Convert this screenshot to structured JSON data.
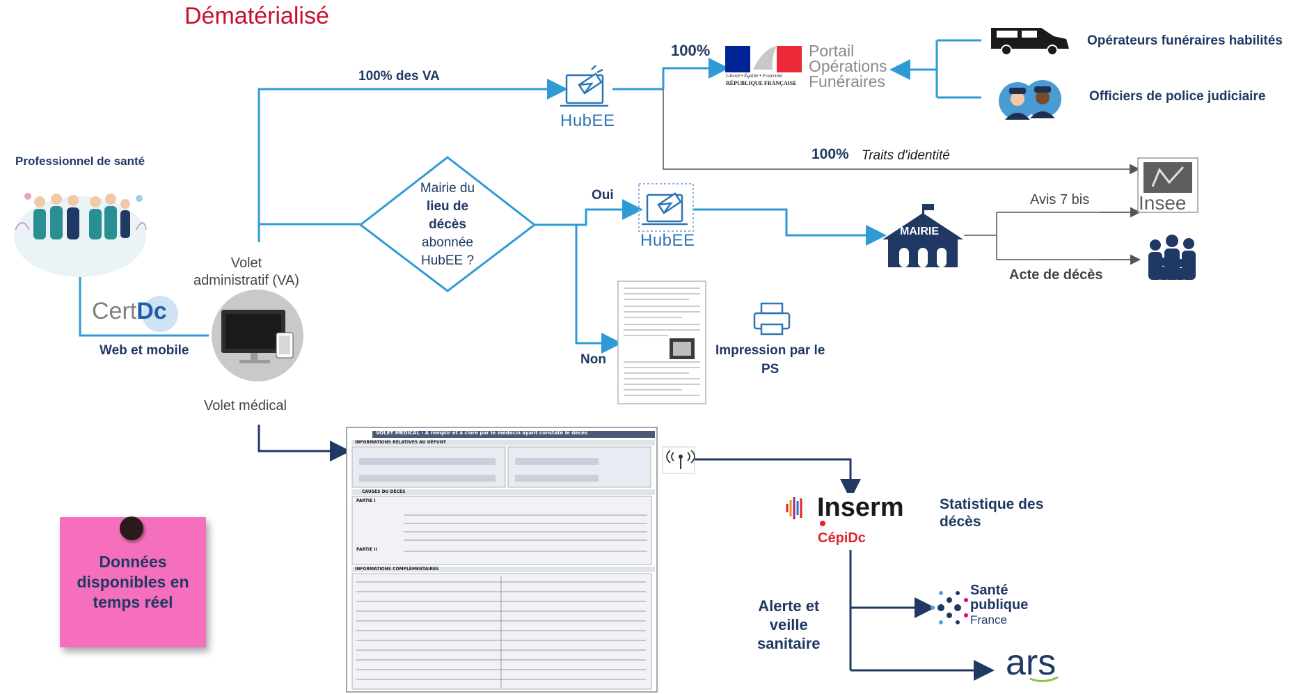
{
  "title": "Dématérialisé",
  "source": {
    "label": "Professionnel de santé"
  },
  "certdc": {
    "logo_left": "Cert",
    "logo_right": "Dc",
    "caption": "Web et mobile"
  },
  "computer": {
    "va_label": "Volet\nadministratif (VA)",
    "vm_label": "Volet médical"
  },
  "top_branch": {
    "label": "100% des VA",
    "hubee": "HubEE",
    "portal_pct": "100%",
    "identity_pct": "100%",
    "identity_label": "Traits d'identité"
  },
  "portal": {
    "marianne_line1": "Liberté • Égalité • Fraternité",
    "marianne_line2": "RÉPUBLIQUE FRANÇAISE",
    "name_lines": [
      "Portail",
      "Opérations",
      "Funéraires"
    ]
  },
  "recipients": {
    "funeral": "Opérateurs funéraires habilités",
    "police": "Officiers de police judiciaire"
  },
  "decision": {
    "text_lines": [
      "Mairie du",
      "lieu de",
      "décès",
      "abonnée",
      "HubEE ?"
    ],
    "yes": "Oui",
    "no": "Non",
    "yes_hubee": "HubEE"
  },
  "mairie": {
    "label": "MAIRIE",
    "insee_label": "Insee",
    "avis": "Avis 7 bis",
    "acte": "Acte de décès"
  },
  "print": {
    "label": "Impression par le\nPS"
  },
  "form": {
    "header": "VOLET MÉDICAL - A remplir et à clore par le médecin ayant constaté le décès",
    "section1": "INFORMATIONS RELATIVES AU DÉFUNT",
    "section2": "CAUSES DU DÉCÈS",
    "part1": "PARTIE I",
    "part2": "PARTIE II",
    "section3": "INFORMATIONS COMPLÉMENTAIRES"
  },
  "inserm": {
    "name": "Inserm",
    "sub": "CépiDc",
    "stat": "Statistique des\ndécès"
  },
  "alert": {
    "label": "Alerte et\nveille\nsanitaire"
  },
  "spf": {
    "line1": "Santé",
    "line2": "publique",
    "line3": "France"
  },
  "ars": {
    "name": "ars"
  },
  "postit": {
    "text": "Données\ndisponibles en\ntemps réel"
  },
  "colors": {
    "title": "#c8102e",
    "navy": "#1f3864",
    "blue": "#2e75b6",
    "pink": "#f56fbd",
    "grey": "#7f7f7f"
  }
}
